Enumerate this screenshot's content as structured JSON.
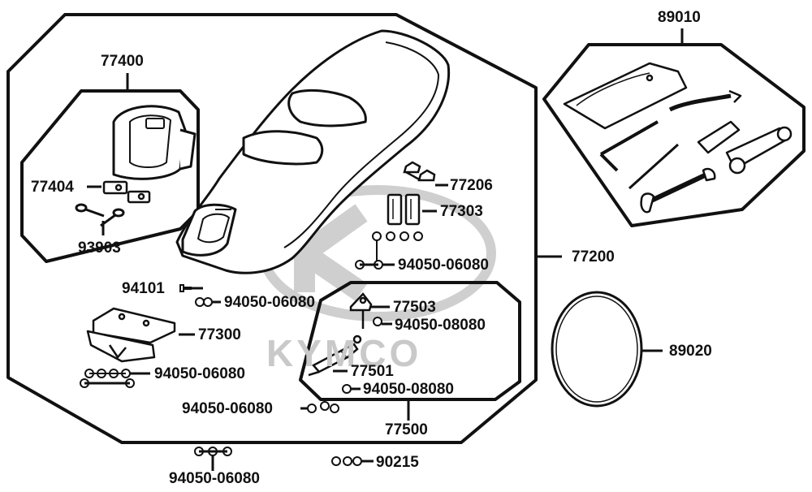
{
  "colors": {
    "line": "#111111",
    "watermark": "#c9c9c9",
    "background": "#ffffff"
  },
  "watermark": {
    "brand": "KYMCO"
  },
  "parts": {
    "p77400": "77400",
    "p77404": "77404",
    "p93903": "93903",
    "p77206": "77206",
    "p77303": "77303",
    "p94050_a": "94050-06080",
    "p77200": "77200",
    "p94101": "94101",
    "p94050_b": "94050-06080",
    "p77503": "77503",
    "p94050_08080_a": "94050-08080",
    "p77300": "77300",
    "p77501": "77501",
    "p94050_08080_b": "94050-08080",
    "p94050_c": "94050-06080",
    "p94050_d": "94050-06080",
    "p77500": "77500",
    "p94050_e": "94050-06080",
    "p90215": "90215",
    "p89010": "89010",
    "p89020": "89020"
  }
}
